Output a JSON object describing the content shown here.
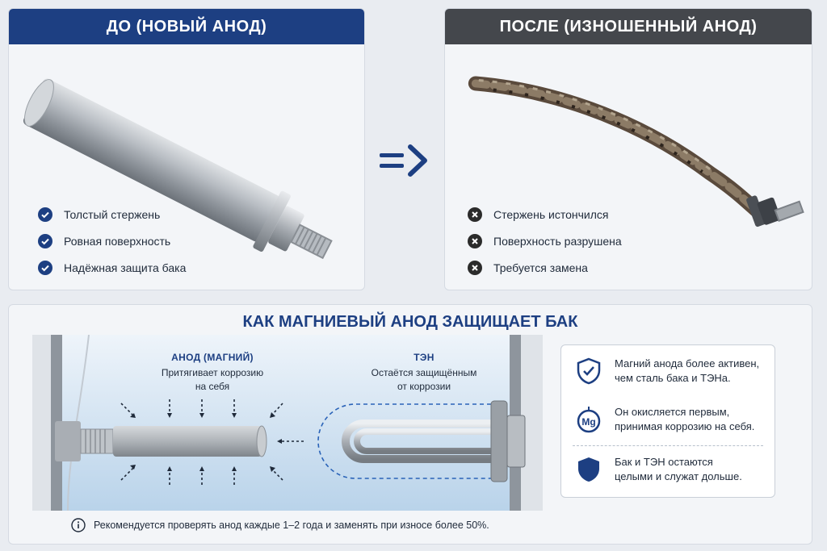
{
  "before": {
    "title": "ДО (НОВЫЙ АНОД)",
    "items": [
      "Толстый стержень",
      "Ровная поверхность",
      "Надёжная защита бака"
    ]
  },
  "after": {
    "title": "ПОСЛЕ (ИЗНОШЕННЫЙ АНОД)",
    "items": [
      "Стержень истончился",
      "Поверхность разрушена",
      "Требуется замена"
    ]
  },
  "how": {
    "title": "КАК МАГНИЕВЫЙ АНОД ЗАЩИЩАЕТ БАК",
    "anode": {
      "title": "АНОД (МАГНИЙ)",
      "line1": "Притягивает коррозию",
      "line2": "на себя"
    },
    "ten": {
      "title": "ТЭН",
      "line1": "Остаётся защищённым",
      "line2": "от коррозии"
    },
    "info": [
      {
        "icon": "shield-check-icon",
        "line1": "Магний анода более активен,",
        "line2": "чем сталь бака и ТЭНа."
      },
      {
        "icon": "mg-icon",
        "icon_text": "Mg",
        "line1": "Он окисляется первым,",
        "line2": "принимая коррозию на себя."
      },
      {
        "icon": "shield-icon",
        "line1": "Бак и ТЭН остаются",
        "line2": "целыми и служат дольше."
      }
    ],
    "note": "Рекомендуется проверять анод каждые 1–2 года и заменять при износе более 50%."
  },
  "colors": {
    "navy": "#1d3f82",
    "dark_gray": "#44474c",
    "check": "#1d3f82",
    "cross": "#2b2b2b"
  }
}
